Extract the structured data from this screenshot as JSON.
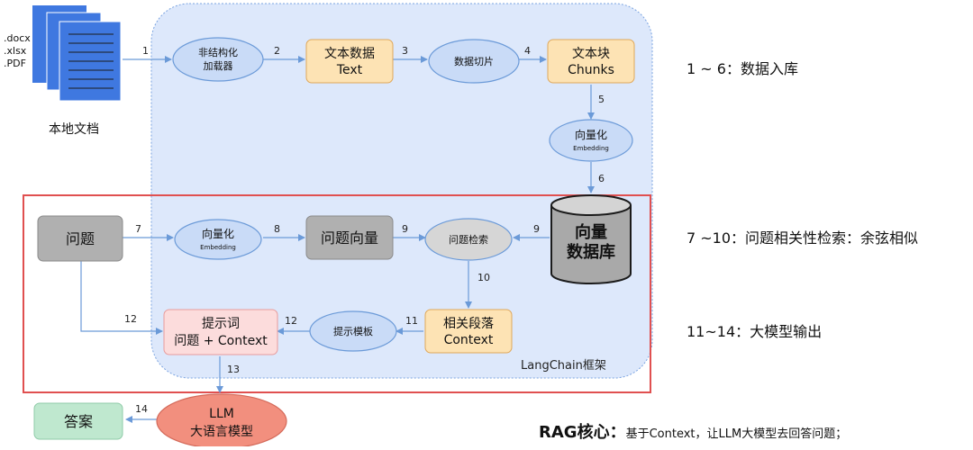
{
  "docs": {
    "ext1": ".docx",
    "ext2": ".xlsx",
    "ext3": ".PDF",
    "caption": "本地文档"
  },
  "nodes": {
    "loader": [
      "非结构化",
      "加载器"
    ],
    "text": [
      "文本数据",
      "Text"
    ],
    "split": "数据切片",
    "chunks": [
      "文本块",
      "Chunks"
    ],
    "embed1": [
      "向量化",
      "Embedding"
    ],
    "vdb": [
      "向量",
      "数据库"
    ],
    "question": "问题",
    "embed2": [
      "向量化",
      "Embedding"
    ],
    "qvec": "问题向量",
    "search": "问题检索",
    "context": [
      "相关段落",
      "Context"
    ],
    "template": "提示模板",
    "prompt": [
      "提示词",
      "问题 + Context"
    ],
    "llm": [
      "LLM",
      "大语言模型"
    ],
    "answer": "答案"
  },
  "steps": [
    "1",
    "2",
    "3",
    "4",
    "5",
    "6",
    "7",
    "8",
    "9",
    "9",
    "10",
    "11",
    "12",
    "12",
    "13",
    "14"
  ],
  "framework_label": "LangChain框架",
  "legend": {
    "ingest": "1 ~ 6：数据入库",
    "retrieve": "7 ~10：问题相关性检索：余弦相似",
    "output": "11~14：大模型输出"
  },
  "core": {
    "bold": "RAG核心：",
    "text": "基于Context，让LLM大模型去回答问题；"
  },
  "colors": {
    "framework_fill": "#dde8fb",
    "framework_stroke": "#7aa3e0",
    "red_box": "#e05050",
    "orange": "#fde3b4",
    "gray": "#b0b0b0",
    "ellipse_blue": "#c9dbf7",
    "pink": "#fcdcdc",
    "llm": "#f28f7e",
    "answer": "#bfe8cf",
    "doc_blue": "#3f78e0",
    "arrow": "#6b9ad8"
  }
}
